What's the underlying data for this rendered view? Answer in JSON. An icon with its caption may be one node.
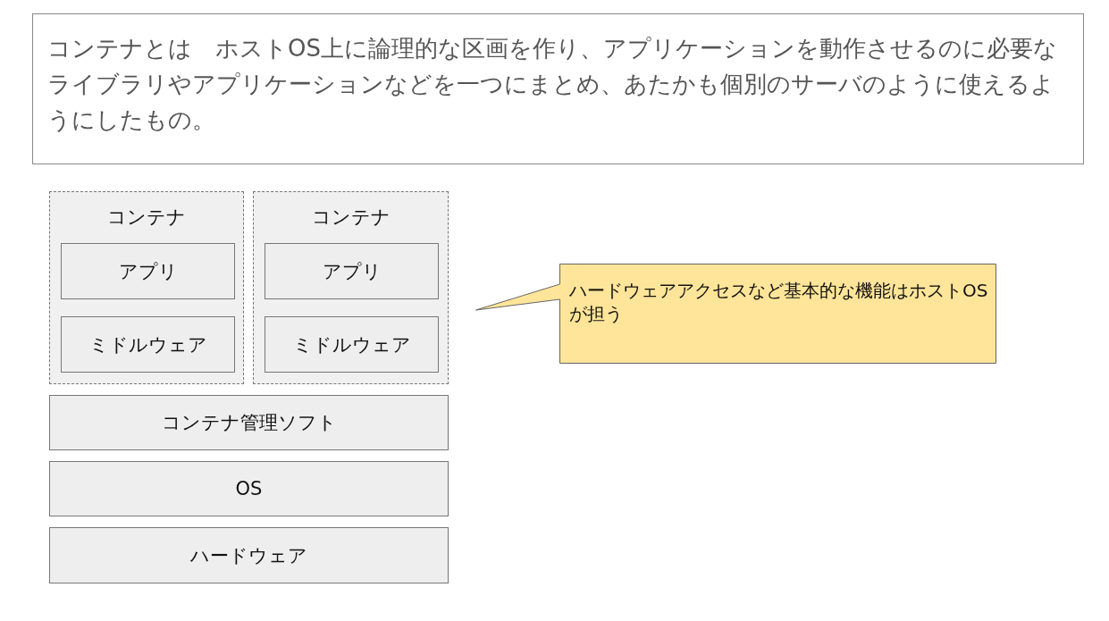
{
  "diagram": {
    "nodes": [
      {
        "text": [
          "コンテナとは　ホストOS上に論理的な区画を作り、アプリケーションを動作させるのに必要なライブラリやアプリケーションなどを一つにまとめ、あたかも個別のサーバのように使えるようにしたもの。"
        ]
      },
      {
        "text": [
          "コンテナ"
        ]
      },
      {
        "text": [
          "アプリ"
        ],
        "in": 1
      },
      {
        "text": [
          "ミドルウェア"
        ],
        "in": 1
      },
      {
        "text": [
          "コンテナ"
        ]
      },
      {
        "text": [
          "アプリ"
        ],
        "in": 4
      },
      {
        "text": [
          "ミドルウェア"
        ],
        "in": 4
      },
      {
        "text": [
          "コンテナ管理ソフト"
        ]
      },
      {
        "text": [
          "OS"
        ]
      },
      {
        "text": [
          "ハードウェア"
        ]
      },
      {
        "text": [
          "ハードウェアアクセスなど基本的な機能はホストOSが担う"
        ]
      }
    ]
  }
}
